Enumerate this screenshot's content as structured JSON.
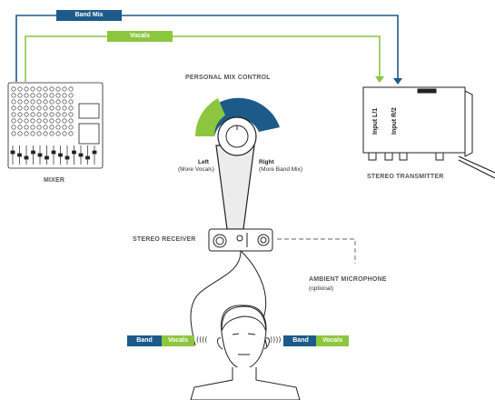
{
  "signals": {
    "band_mix": "Band Mix",
    "vocals": "Vocals"
  },
  "mixer": {
    "label": "MIXER"
  },
  "transmitter": {
    "label": "STEREO TRANSMITTER",
    "input_left": "Input L/1",
    "input_right": "Input R/2"
  },
  "personal_mix": {
    "title": "PERSONAL MIX CONTROL",
    "left_label": "Left",
    "left_sub": "(More Vocals)",
    "right_label": "Right",
    "right_sub": "(More Band Mix)"
  },
  "receiver": {
    "label": "STEREO RECEIVER"
  },
  "ambient_mic": {
    "label": "AMBIENT MICROPHONE",
    "sub": "(optional)"
  },
  "earpieces": {
    "left": {
      "band": "Band",
      "vocals": "Vocals"
    },
    "right": {
      "band": "Band",
      "vocals": "Vocals"
    },
    "waves_left": "((((",
    "waves_right": "))))"
  },
  "colors": {
    "band_blue": "#1d5a8a",
    "vocals_green": "#8cc63f",
    "line_gray": "#999999"
  },
  "icons": [
    "mixer-icon",
    "transmitter-icon",
    "knob-icon",
    "receiver-icon",
    "person-icon"
  ]
}
